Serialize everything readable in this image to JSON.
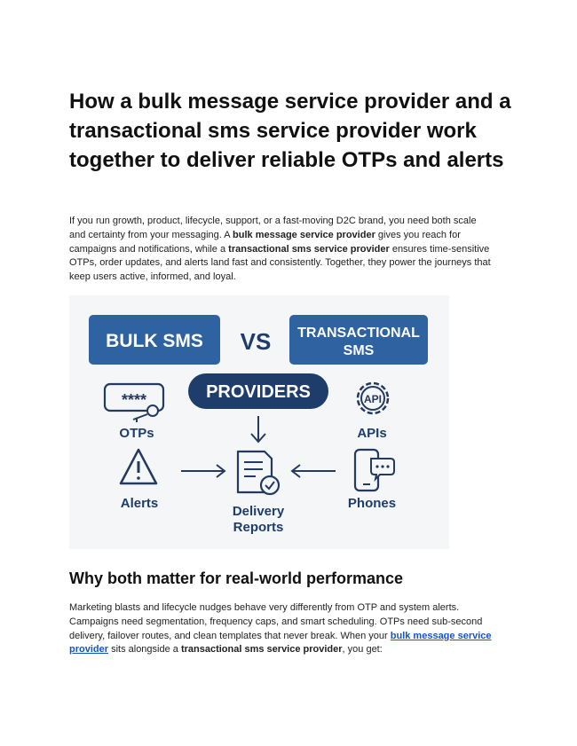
{
  "title": "How a bulk message service provider and a transactional sms service provider work together to deliver reliable OTPs and alerts",
  "intro": {
    "p1": "If you run growth, product, lifecycle, support, or a fast-moving D2C brand, you need both scale and certainty from your messaging. A ",
    "b1": "bulk message service provider",
    "p2": " gives you reach for campaigns and notifications, while a ",
    "b2": "transactional sms service provider",
    "p3": " ensures time-sensitive OTPs, order updates, and alerts land fast and consistently. Together, they power the journeys that keep users active, informed, and loyal."
  },
  "figure": {
    "left_box": "BULK SMS",
    "vs": "VS",
    "right_box_line1": "TRANSACTIONAL",
    "right_box_line2": "SMS",
    "center_pill": "PROVIDERS",
    "password_text": "****",
    "otps": "OTPs",
    "api_text": "API",
    "apis": "APIs",
    "alerts": "Alerts",
    "phones": "Phones",
    "delivery_line1": "Delivery",
    "delivery_line2": "Reports",
    "colors": {
      "box_blue": "#2f62a0",
      "pill_navy": "#1e3d6b",
      "icon_dark": "#243a5e",
      "background": "#f4f6f8"
    }
  },
  "section2": {
    "heading": "Why both matter for real-world performance",
    "p1": "Marketing blasts and lifecycle nudges behave very differently from OTP and system alerts. Campaigns need segmentation, frequency caps, and smart scheduling. OTPs need sub-second delivery, failover routes, and clean templates that never break. When your ",
    "link": "bulk message service provider",
    "p2": " sits alongside a ",
    "b1": "transactional sms service provider",
    "p3": ", you get:"
  }
}
